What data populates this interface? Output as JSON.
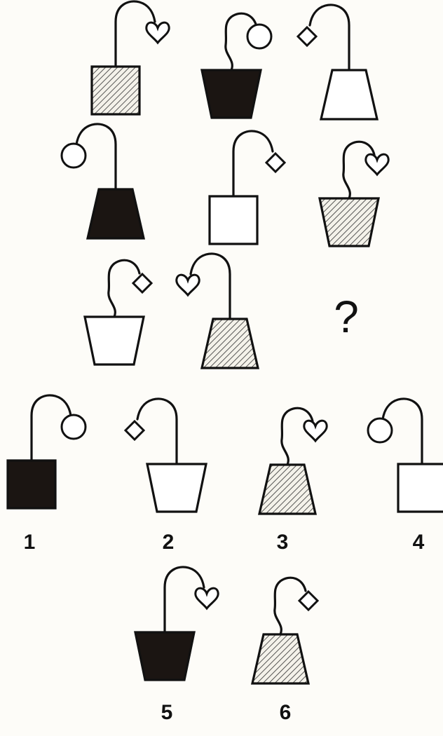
{
  "question_mark": "?",
  "matrix": [
    {
      "pot": "square",
      "fill": "hatched",
      "cord": "right",
      "charm": "heart",
      "hook": "plain"
    },
    {
      "pot": "bowl",
      "fill": "dark",
      "cord": "right",
      "charm": "circle",
      "hook": "wavy"
    },
    {
      "pot": "trapezoid",
      "fill": "white",
      "cord": "left",
      "charm": "diamond",
      "hook": "plain"
    },
    {
      "pot": "trapezoid",
      "fill": "dark",
      "cord": "left",
      "charm": "circle",
      "hook": "plain"
    },
    {
      "pot": "square",
      "fill": "white",
      "cord": "right",
      "charm": "diamond",
      "hook": "plain"
    },
    {
      "pot": "bowl",
      "fill": "hatched",
      "cord": "right",
      "charm": "heart",
      "hook": "wavy"
    },
    {
      "pot": "bowl",
      "fill": "white",
      "cord": "right",
      "charm": "diamond",
      "hook": "wavy"
    },
    {
      "pot": "trapezoid",
      "fill": "hatched",
      "cord": "left",
      "charm": "heart",
      "hook": "plain"
    }
  ],
  "options": [
    {
      "label": "1",
      "pot": "square",
      "fill": "dark",
      "cord": "right",
      "charm": "circle",
      "hook": "plain"
    },
    {
      "label": "2",
      "pot": "bowl",
      "fill": "white",
      "cord": "left",
      "charm": "diamond",
      "hook": "plain"
    },
    {
      "label": "3",
      "pot": "trapezoid",
      "fill": "hatched",
      "cord": "right",
      "charm": "heart",
      "hook": "wavy"
    },
    {
      "label": "4",
      "pot": "square",
      "fill": "white",
      "cord": "left",
      "charm": "circle",
      "hook": "plain"
    },
    {
      "label": "5",
      "pot": "bowl",
      "fill": "dark",
      "cord": "right",
      "charm": "heart",
      "hook": "plain"
    },
    {
      "label": "6",
      "pot": "trapezoid",
      "fill": "hatched",
      "cord": "right",
      "charm": "diamond",
      "hook": "wavy"
    }
  ]
}
